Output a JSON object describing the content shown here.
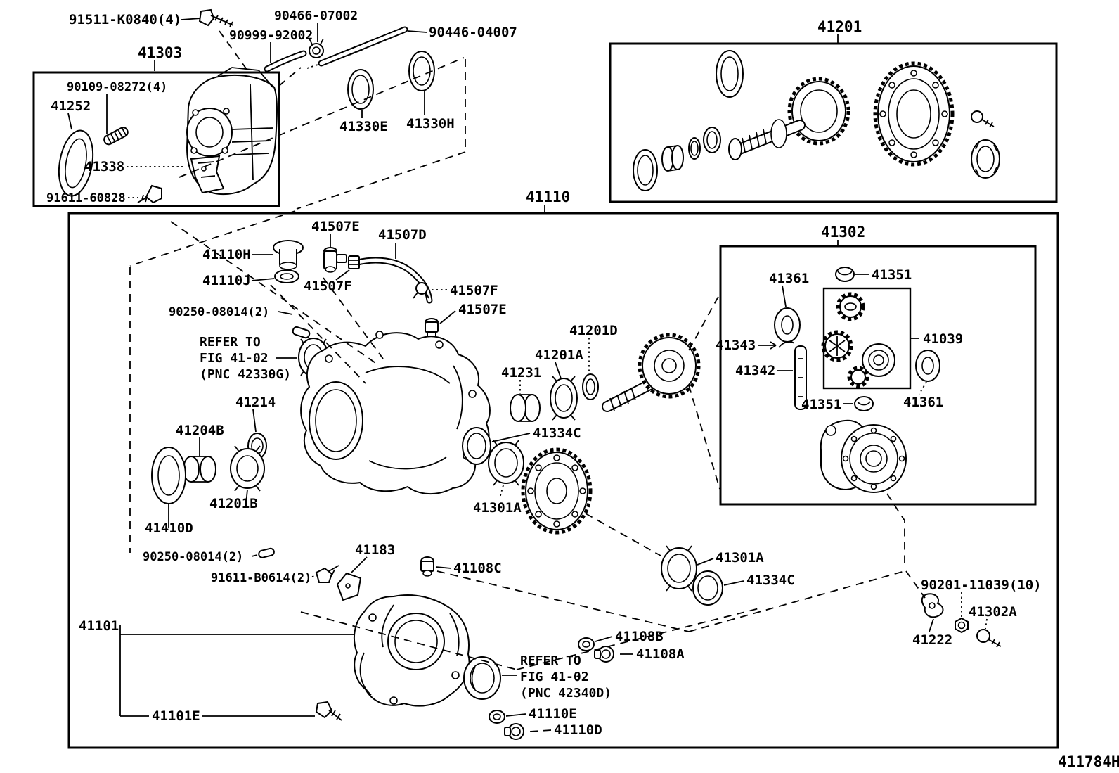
{
  "figure": {
    "code": "411784H",
    "type": "exploded-parts-diagram"
  },
  "colors": {
    "ink": "#000000",
    "paper": "#ffffff"
  },
  "boxes": {
    "b41303": "41303",
    "b41201": "41201",
    "b41110": "41110",
    "b41302": "41302"
  },
  "labels": {
    "l91511": "91511-K0840(4)",
    "l90466": "90466-07002",
    "l90999": "90999-92002",
    "l90446": "90446-04007",
    "l90109": "90109-08272(4)",
    "l41252": "41252",
    "l41338": "41338",
    "l91611_60828": "91611-60828",
    "l41330E": "41330E",
    "l41330H": "41330H",
    "l41507E": "41507E",
    "l41507D": "41507D",
    "l41507F": "41507F",
    "l41110H": "41110H",
    "l41110J": "41110J",
    "l90250": "90250-08014(2)",
    "l41214": "41214",
    "l41204B": "41204B",
    "l41201B": "41201B",
    "l41410D": "41410D",
    "l41231": "41231",
    "l41201A": "41201A",
    "l41201D": "41201D",
    "l41334C": "41334C",
    "l41301A": "41301A",
    "l41351": "41351",
    "l41361": "41361",
    "l41343": "41343",
    "l41342": "41342",
    "l41039": "41039",
    "l41101": "41101",
    "l41101E": "41101E",
    "l41183": "41183",
    "l41108C": "41108C",
    "l41108B": "41108B",
    "l41108A": "41108A",
    "l41110E": "41110E",
    "l41110D": "41110D",
    "l90201": "90201-11039(10)",
    "l41302A": "41302A",
    "l41222": "41222"
  },
  "notes": {
    "n42330g": {
      "line1": "REFER TO",
      "line2": "FIG 41-02",
      "line3": "(PNC 42330G)"
    },
    "n42340d": {
      "line1": "REFER TO",
      "line2": "FIG 41-02",
      "line3": "(PNC 42340D)"
    }
  }
}
